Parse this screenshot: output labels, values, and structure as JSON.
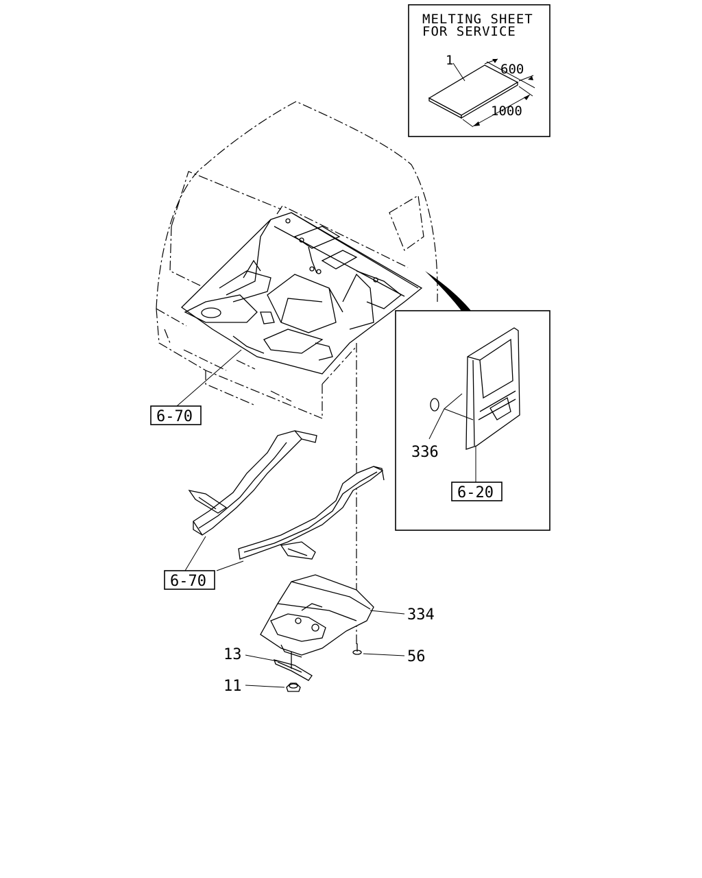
{
  "inset_melting_sheet": {
    "title_line1": "MELTING SHEET",
    "title_line2": "FOR SERVICE",
    "part_number": "1",
    "width_dim": "600",
    "length_dim": "1000"
  },
  "callouts": {
    "ref_front_floor": "6-70",
    "ref_frame_rails": "6-70",
    "ref_side_panel": "6-20",
    "part_336": "336",
    "part_334": "334",
    "part_56": "56",
    "part_13": "13",
    "part_11": "11"
  }
}
